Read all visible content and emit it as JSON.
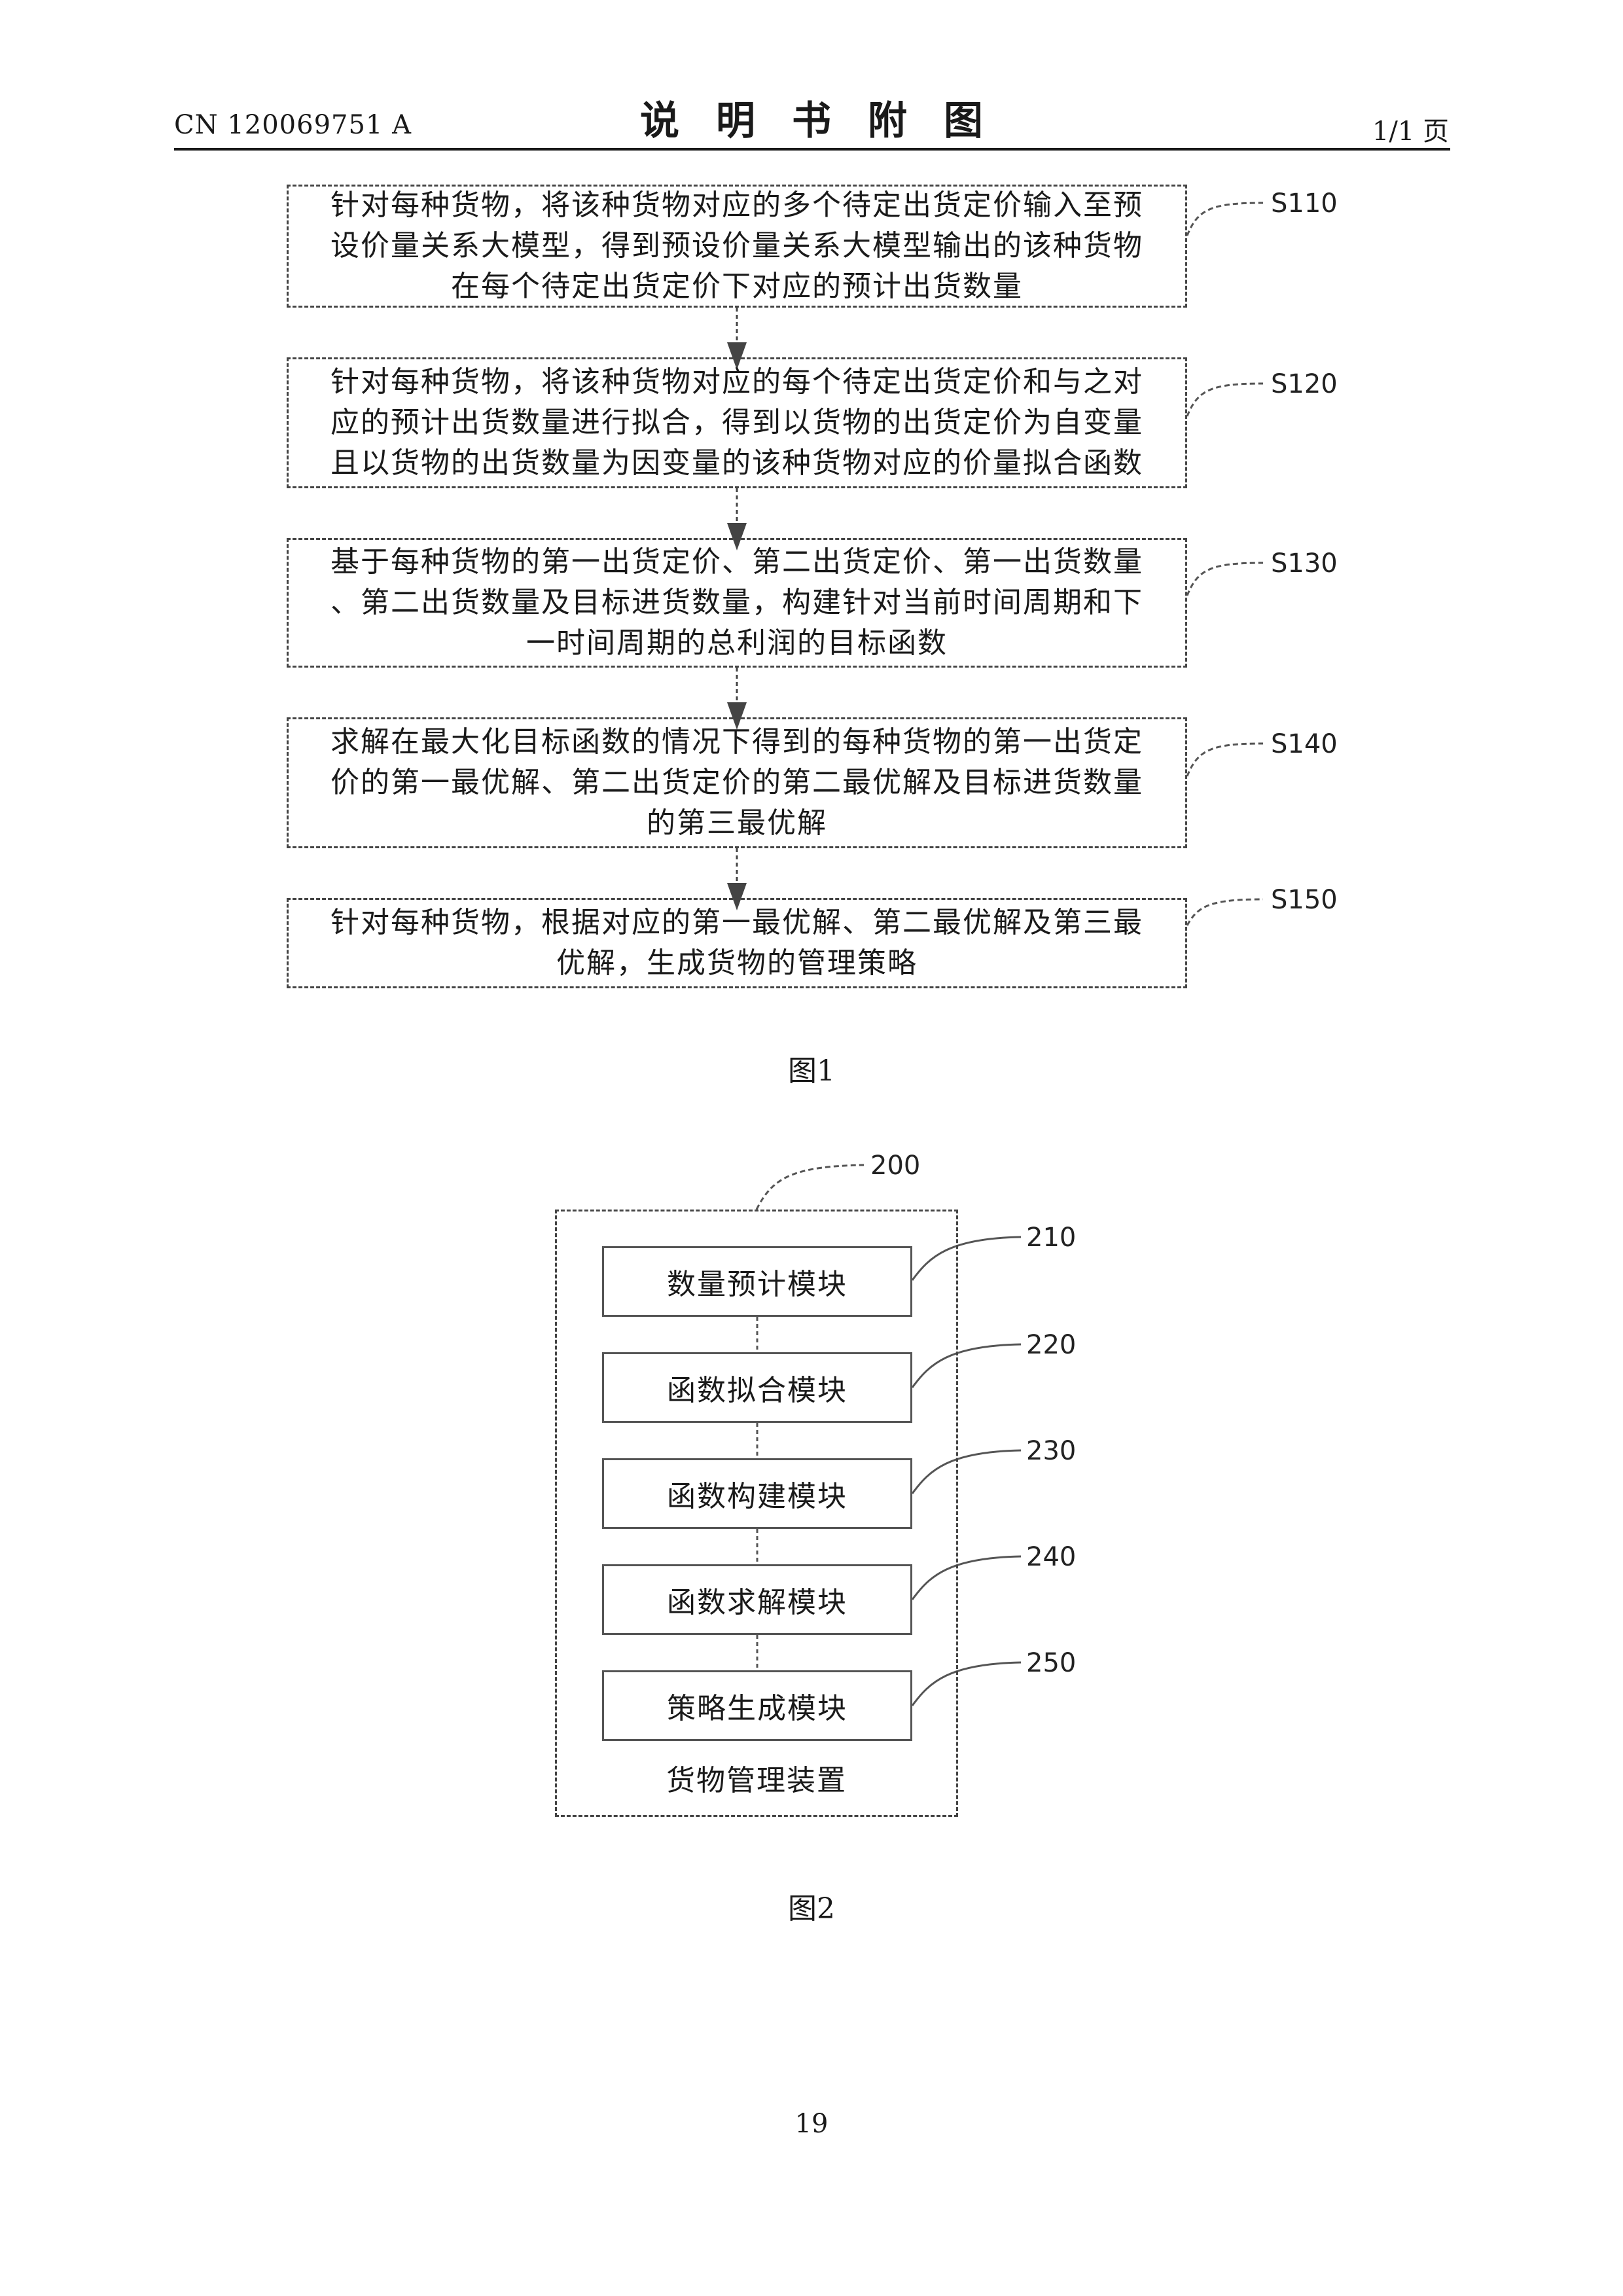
{
  "header": {
    "publication_number": "CN 120069751 A",
    "title": "说明书附图",
    "page_of": "1/1 页"
  },
  "figure1": {
    "caption": "图1",
    "steps": [
      {
        "label": "S110",
        "lines": [
          "针对每种货物，将该种货物对应的多个待定出货定价输入至预",
          "设价量关系大模型，得到预设价量关系大模型输出的该种货物",
          "在每个待定出货定价下对应的预计出货数量"
        ]
      },
      {
        "label": "S120",
        "lines": [
          "针对每种货物，将该种货物对应的每个待定出货定价和与之对",
          "应的预计出货数量进行拟合，得到以货物的出货定价为自变量",
          "且以货物的出货数量为因变量的该种货物对应的价量拟合函数"
        ]
      },
      {
        "label": "S130",
        "lines": [
          "基于每种货物的第一出货定价、第二出货定价、第一出货数量",
          "、第二出货数量及目标进货数量，构建针对当前时间周期和下",
          "一时间周期的总利润的目标函数"
        ]
      },
      {
        "label": "S140",
        "lines": [
          "求解在最大化目标函数的情况下得到的每种货物的第一出货定",
          "价的第一最优解、第二出货定价的第二最优解及目标进货数量",
          "的第三最优解"
        ]
      },
      {
        "label": "S150",
        "lines": [
          "针对每种货物，根据对应的第一最优解、第二最优解及第三最",
          "优解，生成货物的管理策略"
        ]
      }
    ]
  },
  "figure2": {
    "caption": "图2",
    "device_ref": "200",
    "device_name": "货物管理装置",
    "modules": [
      {
        "ref": "210",
        "name": "数量预计模块"
      },
      {
        "ref": "220",
        "name": "函数拟合模块"
      },
      {
        "ref": "230",
        "name": "函数构建模块"
      },
      {
        "ref": "240",
        "name": "函数求解模块"
      },
      {
        "ref": "250",
        "name": "策略生成模块"
      }
    ]
  },
  "footer": {
    "page_number": "19"
  }
}
